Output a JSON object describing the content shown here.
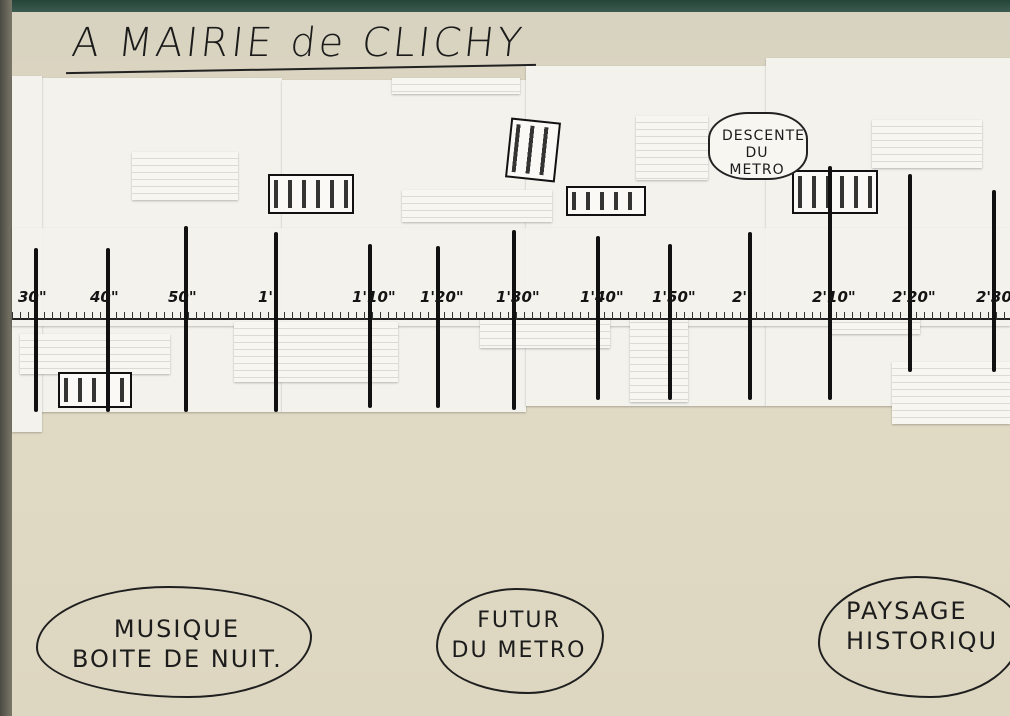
{
  "scene": {
    "title": "A MAIRIE de CLICHY",
    "timeline_labels": [
      "30\"",
      "40\"",
      "50\"",
      "1'",
      "1'10\"",
      "1'20\"",
      "1'30\"",
      "1'40\"",
      "1'50\"",
      "2'",
      "2'10\"",
      "2'20\"",
      "2'30\""
    ],
    "sketch_note": "DESCENTE DU METRO",
    "bubbles": [
      {
        "line1": "MUSIQUE",
        "line2": "BOITE DE NUIT."
      },
      {
        "line1": "FUTUR",
        "line2": "DU METRO"
      },
      {
        "line1": "PAYSAGE",
        "line2": "HISTORIQU"
      }
    ],
    "colors": {
      "wall": "#e0dac5",
      "paper": "#f3f2ed",
      "ink": "#151515",
      "frame": "#2f4f44"
    }
  }
}
